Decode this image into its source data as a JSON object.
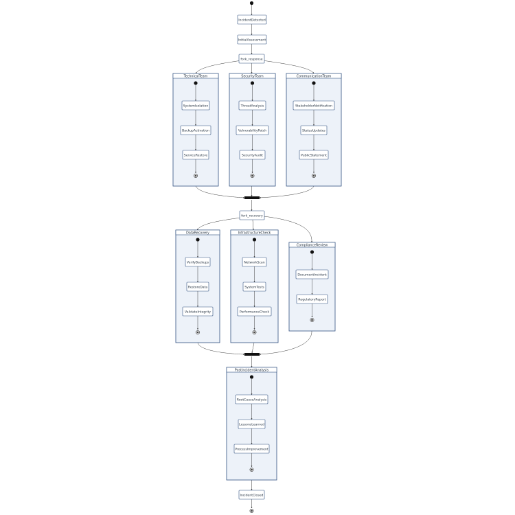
{
  "colors": {
    "cluster_fill": "#edf2f9",
    "border": "#2f4f7f",
    "edge": "#3a3a3a",
    "bar": "#111111"
  },
  "states": {
    "incident_detected": "IncidentDetected",
    "initial_assessment": "InitialAssessment",
    "fork_response": "fork_response",
    "fork_recovery": "fork_recovery",
    "incident_closed": "IncidentClosed"
  },
  "clusters": {
    "technical_team": {
      "title": "TechnicalTeam",
      "states": [
        "SystemIsolation",
        "BackupActivation",
        "ServiceRestore"
      ]
    },
    "security_team": {
      "title": "SecurityTeam",
      "states": [
        "ThreatAnalysis",
        "VulnerabilityPatch",
        "SecurityAudit"
      ]
    },
    "communication_team": {
      "title": "CommunicationTeam",
      "states": [
        "StakeholderNotification",
        "StatusUpdates",
        "PublicStatement"
      ]
    },
    "data_recovery": {
      "title": "DataRecovery",
      "states": [
        "VerifyBackups",
        "RestoreData",
        "ValidateIntegrity"
      ]
    },
    "infrastructure_check": {
      "title": "InfrastructureCheck",
      "states": [
        "NetworkScan",
        "SystemTests",
        "PerformanceCheck"
      ]
    },
    "compliance_review": {
      "title": "ComplianceReview",
      "states": [
        "DocumentIncident",
        "RegulatoryReport"
      ]
    },
    "post_incident_analysis": {
      "title": "PostIncidentAnalysis",
      "states": [
        "RootCauseAnalysis",
        "LessonsLearned",
        "ProcessImprovement"
      ]
    }
  }
}
